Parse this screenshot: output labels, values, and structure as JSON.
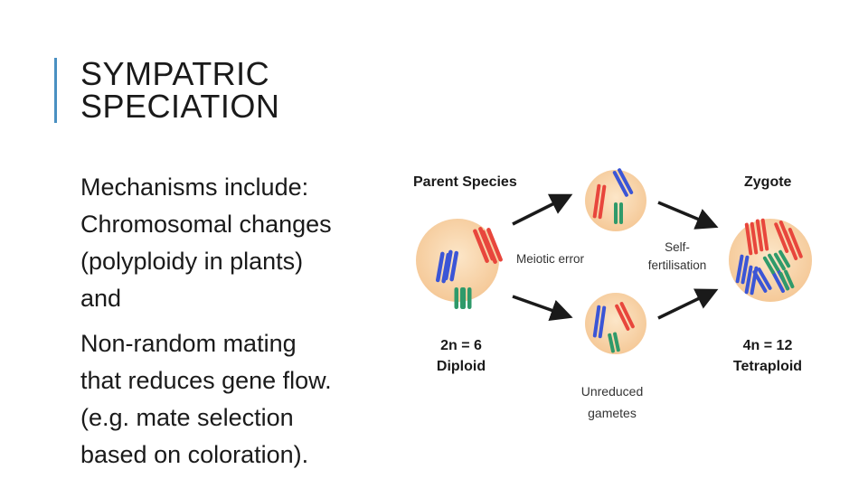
{
  "slide": {
    "title_lines": [
      "SYMPATRIC",
      "SPECIATION"
    ],
    "paragraphs": [
      [
        "Mechanisms include:",
        "Chromosomal changes",
        "(polyploidy in plants)",
        "and"
      ],
      [
        "Non-random mating",
        "that reduces gene flow.",
        "(e.g. mate selection",
        "based on coloration)."
      ]
    ]
  },
  "diagram": {
    "parent_label": "Parent Species",
    "zygote_label": "Zygote",
    "meiotic_label": "Meiotic error",
    "self_fert_lines": [
      "Self-",
      "fertilisation"
    ],
    "unreduced_lines": [
      "Unreduced",
      "gametes"
    ],
    "parent_ploidy": "2n = 6",
    "parent_type": "Diploid",
    "zygote_ploidy": "4n = 12",
    "zygote_type": "Tetraploid",
    "colors": {
      "cell_fill": "#f7d3a8",
      "cell_center": "#fce6c8",
      "red_chromosome": "#e8463c",
      "blue_chromosome": "#3b55d6",
      "green_chromosome": "#2f9a6a",
      "accent": "#4a90c2"
    }
  }
}
